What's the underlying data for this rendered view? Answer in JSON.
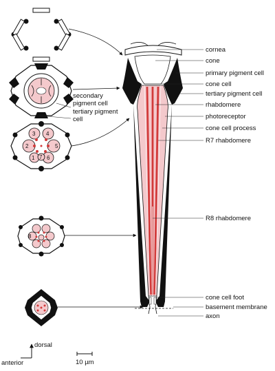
{
  "colors": {
    "pigment": "#111111",
    "rhabdomere": "#d23a3a",
    "photoreceptor": "#f4c9cc",
    "cone_cell": "#ffffff",
    "outline": "#222222"
  },
  "labels": {
    "cornea": "cornea",
    "cone": "cone",
    "primary_pigment_cell": "primary pigment cell",
    "cone_cell": "cone cell",
    "tertiary_pigment_cell": "tertiary pigment cell",
    "rhabdomere": "rhabdomere",
    "photoreceptor": "photoreceptor",
    "cone_cell_process": "cone cell process",
    "r7_rhabdomere": "R7 rhabdomere",
    "r8_rhabdomere": "R8 rhabdomere",
    "cone_cell_foot": "cone cell foot",
    "basement_membrane": "basement membrane",
    "axon": "axon",
    "secondary_pigment_cell_line1": "secondary",
    "secondary_pigment_cell_line2": "pigment cell",
    "tertiary_pigment_cell_left_line1": "tertiary pigment",
    "tertiary_pigment_cell_left_line2": "cell"
  },
  "cell_numbers": {
    "n1": "1",
    "n2": "2",
    "n3": "3",
    "n4": "4",
    "n5": "5",
    "n6": "6",
    "n7": "7",
    "n8": "8"
  },
  "orientation": {
    "dorsal": "dorsal",
    "anterior": "anterior"
  },
  "scale_bar": {
    "label": "10 µm"
  }
}
